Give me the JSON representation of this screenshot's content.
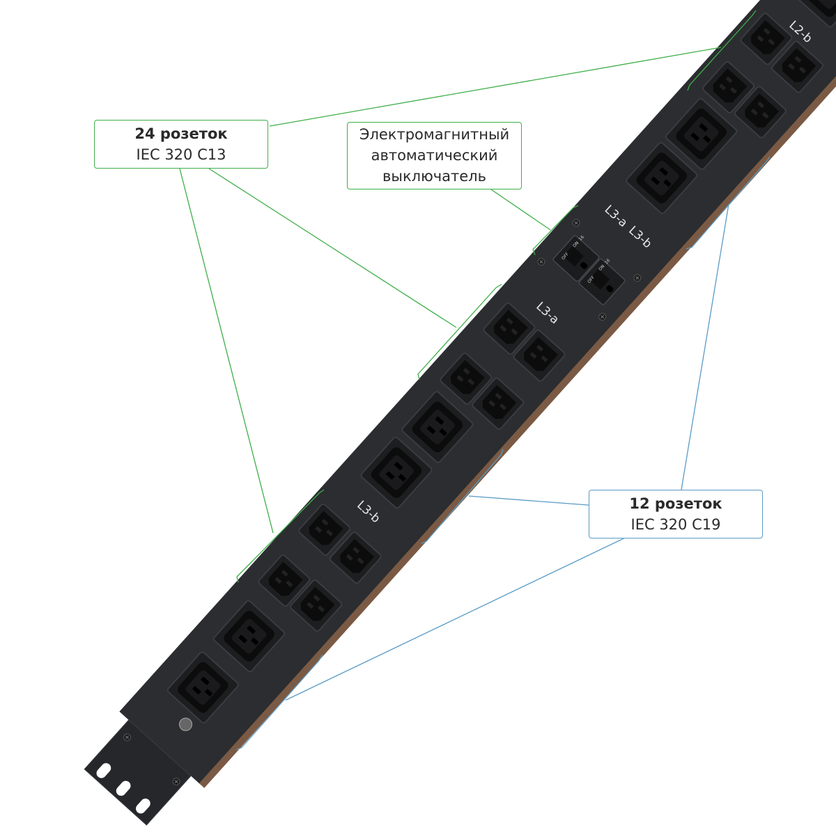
{
  "callouts": {
    "c13": {
      "title": "24 розеток",
      "subtitle": "IEC 320 C13"
    },
    "breaker": {
      "line1": "Электромагнитный",
      "line2": "автоматический",
      "line3": "выключатель"
    },
    "c19": {
      "title": "12 розеток",
      "subtitle": "IEC 320 C19"
    }
  },
  "pdu_labels": {
    "l3b_lower": "L3-b",
    "l3a_lower": "L3-a",
    "l3a_upper": "L3-a",
    "l3b_upper": "L3-b",
    "l2b": "L2-b",
    "breaker_on": "ON",
    "breaker_off": "OFF",
    "breaker_rating": "16"
  },
  "colors": {
    "green": "#3fae49",
    "blue": "#5a9bc6",
    "body": "#2b2d30",
    "edge": "#7a5a44"
  }
}
